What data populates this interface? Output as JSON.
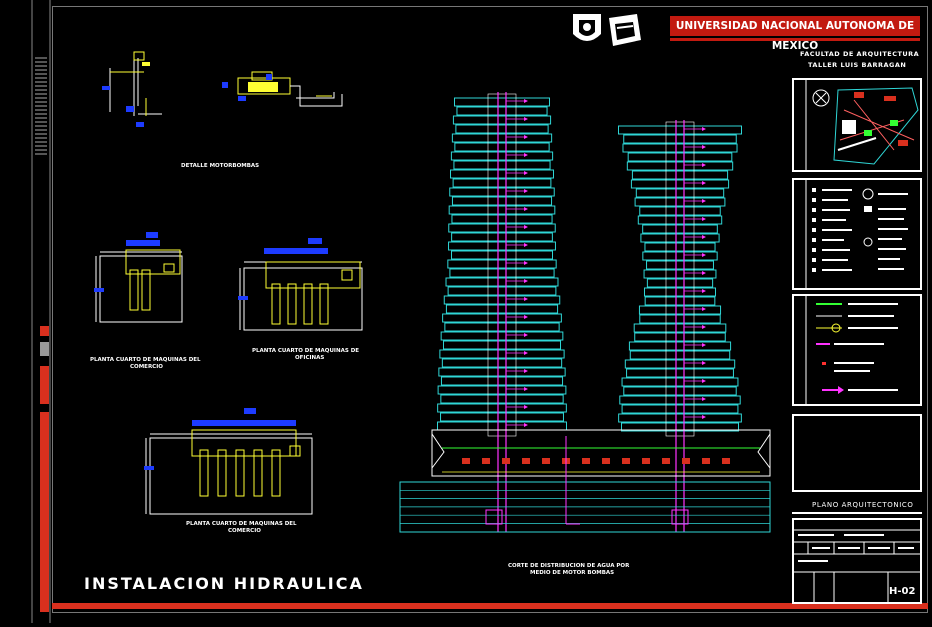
{
  "title_block": {
    "university": "UNIVERSIDAD NACIONAL AUTONOMA DE MEXICO",
    "faculty": "FACULTAD DE ARQUITECTURA",
    "workshop": "TALLER LUIS BARRAGAN",
    "plan_type": "PLANO ARQUITECTONICO",
    "sheet_code": "H-02"
  },
  "drawing": {
    "main_title": "INSTALACION HIDRAULICA",
    "label_motorbombas": "DETALLE MOTORBOMBAS",
    "label_comercio_1": [
      "PLANTA CUARTO DE MAQUINAS DEL",
      "COMERCIO"
    ],
    "label_oficinas": [
      "PLANTA CUARTO DE MAQUINAS DE",
      "OFICINAS"
    ],
    "label_comercio_2": [
      "PLANTA CUARTO DE MAQUINAS DEL",
      "COMERCIO"
    ],
    "label_corte": [
      "CORTE DE DISTRIBUCION DE AGUA POR",
      "MEDIO DE MOTOR BOMBAS"
    ]
  },
  "colors": {
    "accent_red": "#d9301e",
    "cyan": "#2fd6d6",
    "magenta": "#ff33ff",
    "yellow": "#ffff33",
    "blue": "#1d3bff",
    "green": "#33ff33"
  }
}
